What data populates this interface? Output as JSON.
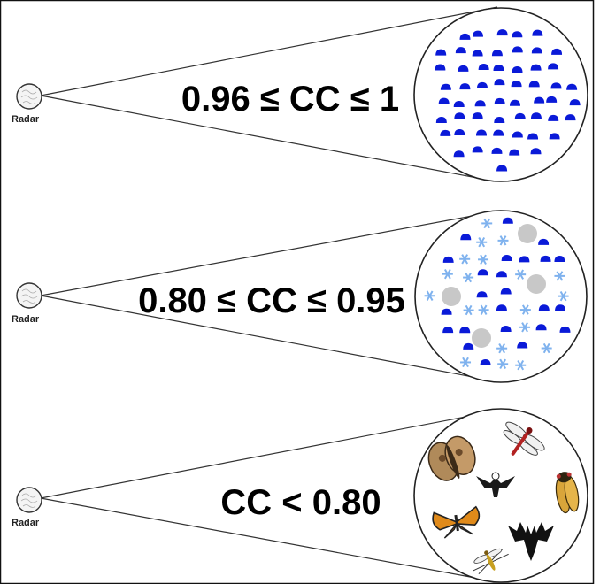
{
  "diagram": {
    "panels": [
      {
        "id": "high",
        "radar_label": "Radar",
        "range_label": "0.96 ≤ CC ≤ 1",
        "contents": "rain-drops",
        "colors": {
          "drop": "#0a1ad8"
        }
      },
      {
        "id": "mixed",
        "radar_label": "Radar",
        "range_label": "0.80 ≤ CC ≤ 0.95",
        "contents": "mixed-precipitation",
        "colors": {
          "drop": "#0a1ad8",
          "snow": "#7fb2ee",
          "hail": "#c8c8c8"
        }
      },
      {
        "id": "low",
        "radar_label": "Radar",
        "range_label": "CC < 0.80",
        "contents": "non-meteorological",
        "icons": [
          "moth-icon",
          "dragonfly-icon",
          "eagle-icon",
          "cicada-icon",
          "butterfly-icon",
          "bat-icon",
          "mosquito-icon"
        ]
      }
    ]
  }
}
